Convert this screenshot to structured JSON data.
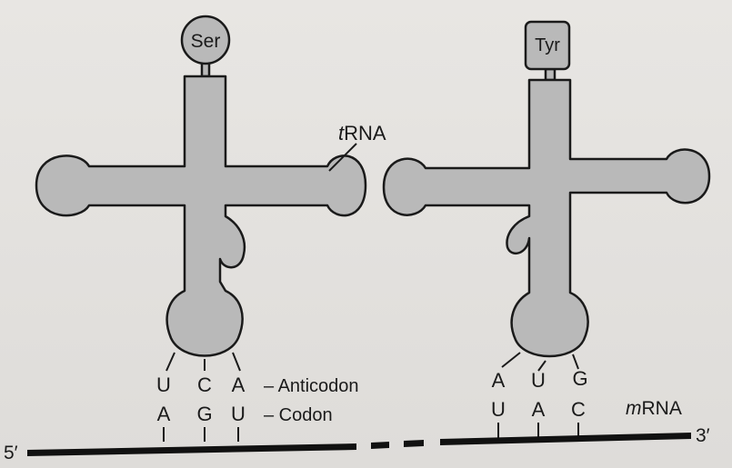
{
  "colors": {
    "background": "#e4e2df",
    "trna_fill": "#b9b9b9",
    "outline": "#1a1a1a",
    "mrna_strand": "#111111"
  },
  "left_trna": {
    "amino_acid": "Ser",
    "anticodon": [
      "U",
      "C",
      "A"
    ],
    "codon": [
      "A",
      "G",
      "U"
    ],
    "label": "tRNA"
  },
  "right_trna": {
    "amino_acid": "Tyr",
    "anticodon": [
      "A",
      "U",
      "G"
    ],
    "codon": [
      "U",
      "A",
      "C"
    ]
  },
  "labels": {
    "anticodon": "– Anticodon",
    "codon": "– Codon",
    "mrna": "mRNA",
    "five_prime": "5′",
    "three_prime": "3′"
  }
}
